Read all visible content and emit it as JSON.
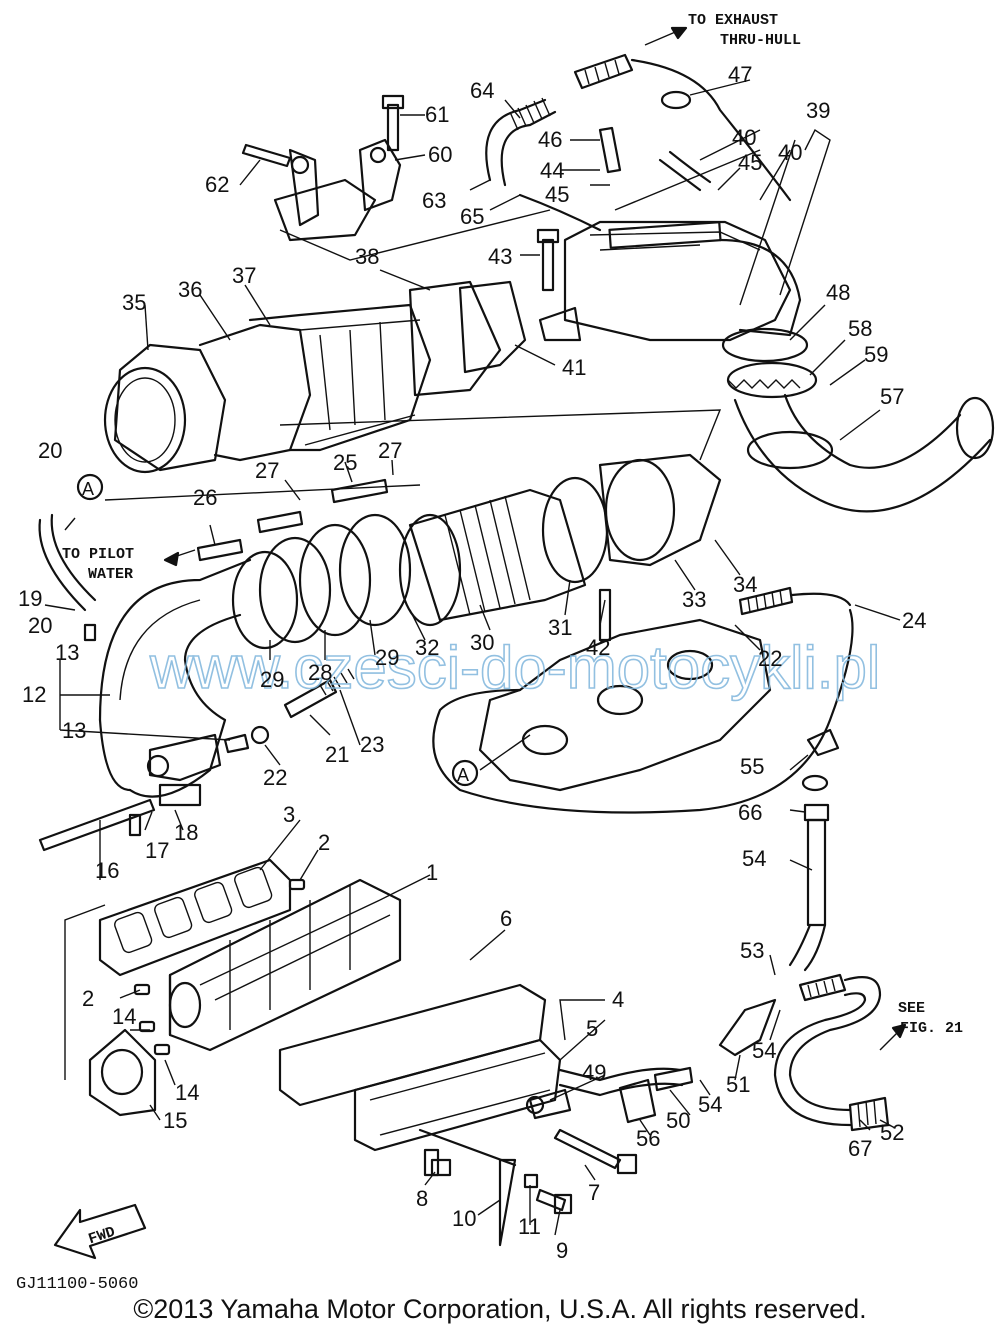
{
  "notes": {
    "exhaust_l1": "TO EXHAUST",
    "exhaust_l2": "THRU-HULL",
    "pilot_l1": "TO PILOT",
    "pilot_l2": "WATER",
    "see_l1": "SEE",
    "see_l2": "FIG. 21",
    "fwd": "FWD",
    "ref_a": "A"
  },
  "watermark": "www.czesci-do-motocykli.pl",
  "diagram_code": "GJ11100-5060",
  "copyright": "©2013 Yamaha Motor Corporation, U.S.A. All rights reserved.",
  "callouts": [
    "1",
    "2",
    "2",
    "3",
    "4",
    "5",
    "6",
    "7",
    "8",
    "9",
    "10",
    "11",
    "12",
    "13",
    "13",
    "14",
    "14",
    "15",
    "16",
    "17",
    "18",
    "19",
    "20",
    "20",
    "21",
    "22",
    "22",
    "23",
    "24",
    "25",
    "26",
    "27",
    "27",
    "28",
    "29",
    "29",
    "30",
    "31",
    "32",
    "33",
    "34",
    "35",
    "36",
    "37",
    "38",
    "39",
    "40",
    "40",
    "41",
    "42",
    "43",
    "44",
    "45",
    "45",
    "46",
    "47",
    "48",
    "49",
    "50",
    "51",
    "52",
    "53",
    "54",
    "54",
    "54",
    "55",
    "56",
    "57",
    "58",
    "59",
    "60",
    "61",
    "62",
    "63",
    "64",
    "65",
    "66",
    "67"
  ]
}
